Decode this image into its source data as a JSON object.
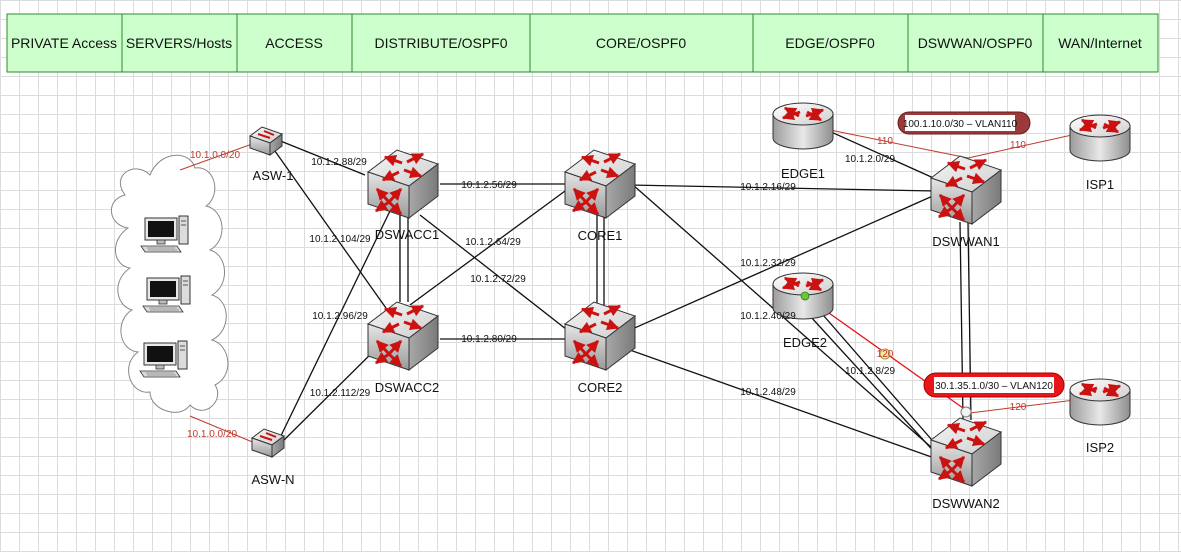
{
  "header": {
    "columns": [
      "PRIVATE Access",
      "SERVERS/Hosts",
      "ACCESS",
      "DISTRIBUTE/OSPF0",
      "CORE/OSPF0",
      "EDGE/OSPF0",
      "DSWWAN/OSPF0",
      "WAN/Internet"
    ]
  },
  "devices": {
    "asw1": "ASW-1",
    "aswn": "ASW-N",
    "dswacc1": "DSWACC1",
    "dswacc2": "DSWACC2",
    "core1": "CORE1",
    "core2": "CORE2",
    "edge1": "EDGE1",
    "edge2": "EDGE2",
    "dswwan1": "DSWWAN1",
    "dswwan2": "DSWWAN2",
    "isp1": "ISP1",
    "isp2": "ISP2"
  },
  "subnets": {
    "cloud_top": "10.1.0.0/20",
    "cloud_bottom": "10.1.0.0/20",
    "asw1_dswacc1": "10.1.2.88/29",
    "asw1_dswacc2": "10.1.2.104/29",
    "aswn_dswacc1": "10.1.2.96/29",
    "aswn_dswacc2": "10.1.2.112/29",
    "dswacc1_core1": "10.1.2.56/29",
    "dswacc1_core2": "10.1.2.64/29",
    "dswacc2_core1": "10.1.2.72/29",
    "dswacc2_core2": "10.1.2.80/29",
    "core1_dswwan1": "10.1.2.16/29",
    "core2_dswwan1": "10.1.2.32/29",
    "core1_dswwan2": "10.1.2.40/29",
    "core2_dswwan2": "10.1.2.48/29",
    "edge1_dswwan1": "10.1.2.0/29",
    "edge2_dswwan2": "10.1.2.8/29"
  },
  "vlans": {
    "vlan110_label": "100.1.10.0/30 – VLAN110",
    "vlan120_label": "30.1.35.1.0/30 – VLAN120",
    "edge1_tag": "110",
    "isp1_tag": "110",
    "edge2_tag": "120",
    "isp2_tag": "120"
  },
  "colors": {
    "header_fill": "#ccffcc",
    "header_border": "#2e8b2e",
    "link": "#111111",
    "vlan_red": "#c0392b",
    "vlan110_pill": "#9b3a3a",
    "vlan120_pill": "#e8151b"
  }
}
